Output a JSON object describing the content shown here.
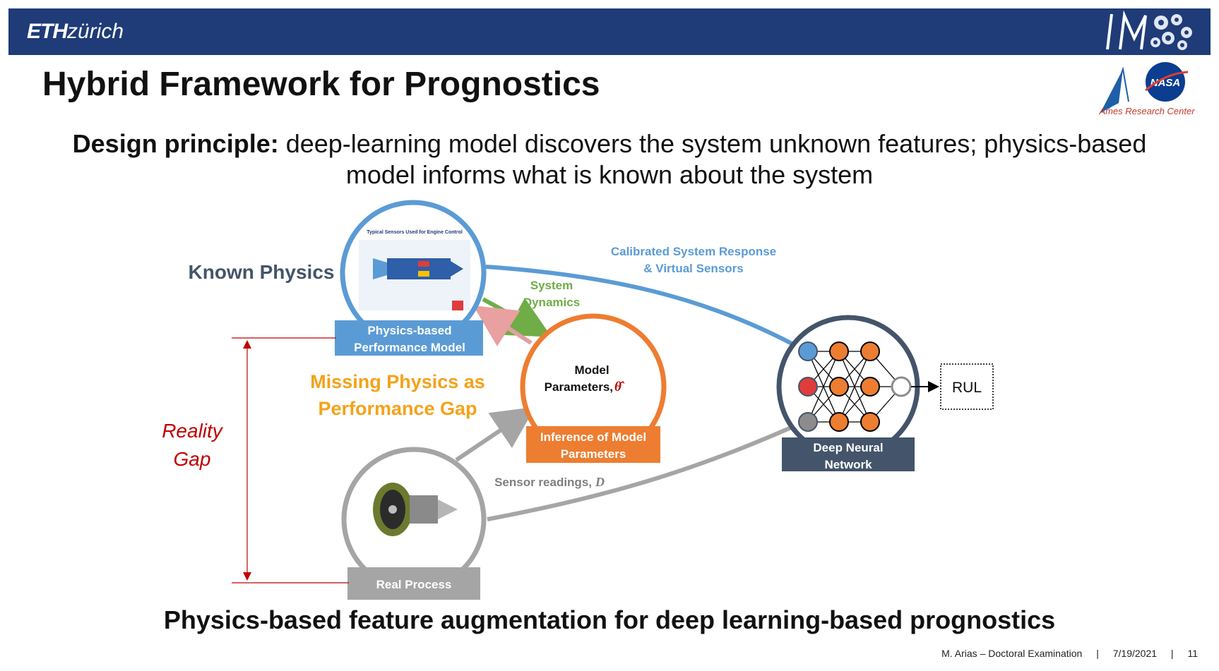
{
  "header": {
    "logo_bold": "ETH",
    "logo_italic": "zürich"
  },
  "slide": {
    "title": "Hybrid Framework for Prognostics",
    "principle_bold": "Design principle:",
    "principle_text": " deep-learning model discovers the system unknown features; physics-based model informs what is known about the system",
    "bottom_title": "Physics-based feature augmentation for deep learning-based prognostics"
  },
  "diagram": {
    "known_physics": "Known Physics",
    "physics_model_line1": "Physics-based",
    "physics_model_line2": "Performance Model",
    "engine_chart_title": "Typical Sensors Used for Engine Control",
    "calibrated_line1": "Calibrated System Response",
    "calibrated_line2": "& Virtual Sensors",
    "system_dynamics_line1": "System",
    "system_dynamics_line2": "Dynamics",
    "model_params_line1": "Model",
    "model_params_line2": "Parameters, ",
    "theta": "θ̂",
    "inference_line1": "Inference of Model",
    "inference_line2": "Parameters",
    "missing_line1": "Missing Physics as",
    "missing_line2": "Performance Gap",
    "reality_line1": "Reality",
    "reality_line2": "Gap",
    "dnn_line1": "Deep Neural",
    "dnn_line2": "Network",
    "rul": "RUL",
    "sensor_readings": "Sensor readings, ",
    "sensor_symbol": "D",
    "real_process": "Real Process",
    "ames": "Ames Research Center",
    "nasa": "NASA"
  },
  "footer": {
    "author": "M. Arias – Doctoral Examination",
    "sep1": "|",
    "date": "7/19/2021",
    "sep2": "|",
    "page": "11"
  },
  "colors": {
    "eth_blue": "#1f3c78",
    "physics_blue": "#5b9bd5",
    "inference_orange": "#ed7d31",
    "dnn_slate": "#44546a",
    "real_gray": "#a5a5a5",
    "dynamics_green": "#70ad47",
    "reality_red": "#c00000"
  }
}
